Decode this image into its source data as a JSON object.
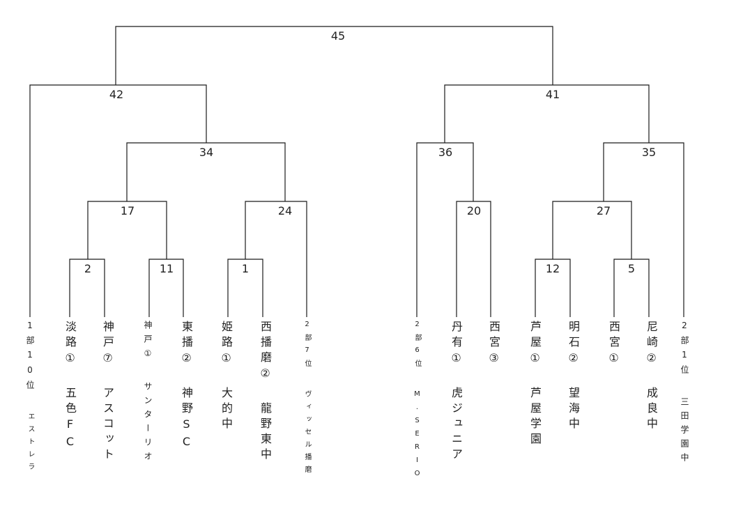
{
  "matches": [
    "45",
    "42",
    "41",
    "34",
    "36",
    "35",
    "17",
    "24",
    "20",
    "27",
    "2",
    "11",
    "1",
    "12",
    "5"
  ],
  "teams": [
    {
      "top": "1部10位",
      "sub": "エストレラ"
    },
    {
      "top": "淡路①",
      "sub": "五色FC"
    },
    {
      "top": "神戸⑦",
      "sub": "アスコット"
    },
    {
      "top": "神戸①",
      "sub": "サンターリオ"
    },
    {
      "top": "東播②",
      "sub": "神野SC"
    },
    {
      "top": "姫路①",
      "sub": "大的中"
    },
    {
      "top": "西播磨②",
      "sub": "龍野東中"
    },
    {
      "top": "2部7位",
      "sub": "ヴィッセル播磨"
    },
    {
      "top": "2部6位",
      "sub": "M.SERIO"
    },
    {
      "top": "丹有①",
      "sub": "虎ジュニア"
    },
    {
      "top": "西宮③",
      "sub": ""
    },
    {
      "top": "芦屋①",
      "sub": "芦屋学園"
    },
    {
      "top": "明石②",
      "sub": "望海中"
    },
    {
      "top": "西宮①",
      "sub": ""
    },
    {
      "top": "尼崎②",
      "sub": "成良中"
    },
    {
      "top": "2部1位",
      "sub": "三田学園中"
    }
  ]
}
